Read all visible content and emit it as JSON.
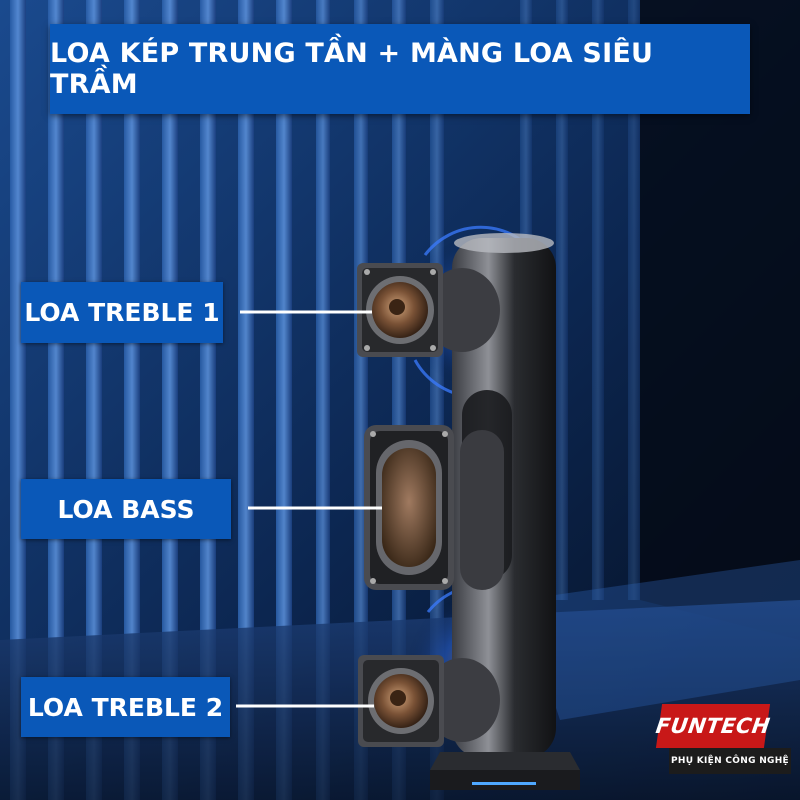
{
  "banner": {
    "title": "LOA KÉP TRUNG TẦN + MÀNG LOA SIÊU TRẦM"
  },
  "labels": {
    "treble1": "LOA TREBLE 1",
    "bass": "LOA BASS",
    "treble2": "LOA TREBLE 2"
  },
  "logo": {
    "brand": "FUNTECH",
    "tagline": "PHỤ KIỆN CÔNG NGHỆ"
  },
  "colors": {
    "banner_bg": "#0a58b8",
    "label_bg": "#0a58b8",
    "logo_red": "#c81818",
    "background_dark": "#06101f",
    "background_blue": "#16407e"
  }
}
